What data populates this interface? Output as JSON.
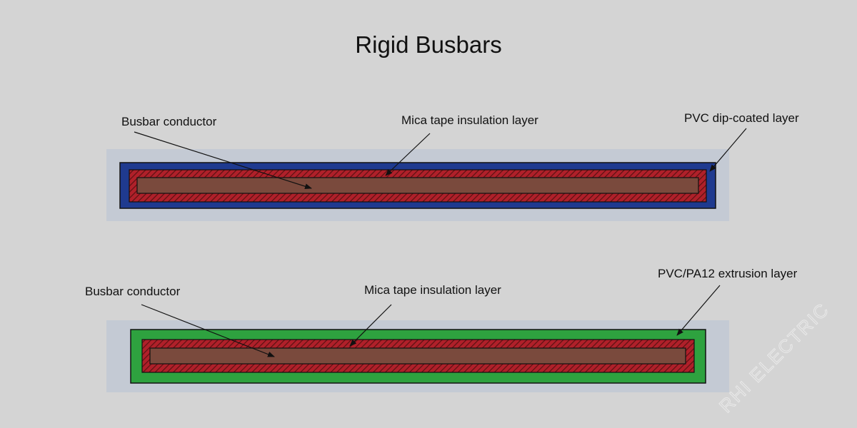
{
  "title": "Rigid Busbars",
  "colors": {
    "background": "#d4d4d4",
    "panel": "#c4cad4",
    "conductor": "#7a4a3d",
    "mica_base": "#b0202a",
    "mica_hatch": "#5a1212",
    "pvc_dip_coat": "#1f3a8f",
    "extrusion": "#2ea23f",
    "outline": "#111111"
  },
  "diagrams": [
    {
      "conductor_label": "Busbar conductor",
      "insulation_label": "Mica tape insulation layer",
      "outer_layer_label": "PVC dip-coated layer"
    },
    {
      "conductor_label": "Busbar conductor",
      "insulation_label": "Mica tape insulation layer",
      "outer_layer_label": "PVC/PA12 extrusion layer"
    }
  ],
  "watermark": "RHI ELECTRIC"
}
